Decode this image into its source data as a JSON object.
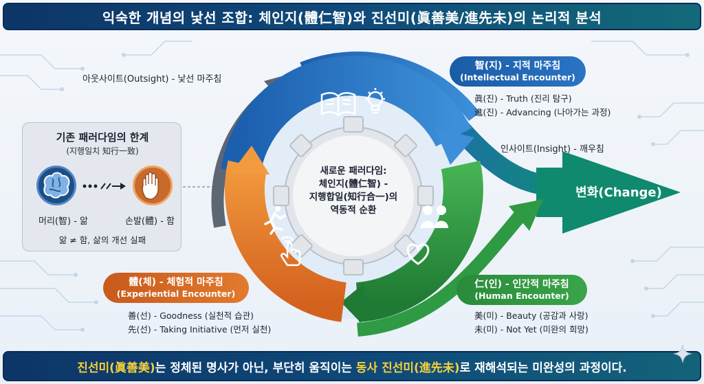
{
  "title": "익숙한 개념의 낯선 조합: 체인지(體仁智)와 진선미(眞善美/進先未)의 논리적 분석",
  "footer": {
    "part1": "진선미(眞善美)",
    "part2": "는 정체된 명사가 아닌, 부단히 움직이는 ",
    "part3": "동사 진선미(進先未)",
    "part4": "로 재해석되는 미완성의 과정이다."
  },
  "limits": {
    "title": "기존 패러다임의 한계",
    "subtitle": "(지행일치 知行一致)",
    "head_label": "머리(智) - 앎",
    "hand_label": "손발(體) - 함",
    "fail_label": "앎 ≠ 함, 삶의 개선 실패"
  },
  "outsight_label": "아웃사이트(Outsight) - 낯선 마주침",
  "insight_label": "인사이트(Insight) - 깨우침",
  "intellectual": {
    "title": "智(지) - 지적 마주침",
    "subtitle": "(Intellectual Encounter)",
    "line1": "眞(진) - Truth (진리 탐구)",
    "line2": "進(진) - Advancing (나아가는 과정)"
  },
  "experiential": {
    "title": "體(체) - 체험적 마주침",
    "subtitle": "(Experiential Encounter)",
    "line1": "善(선) - Goodness (실천적 습관)",
    "line2": "先(선) - Taking Initiative (먼저 실천)"
  },
  "human": {
    "title": "仁(인) - 인간적 마주침",
    "subtitle": "(Human Encounter)",
    "line1": "美(미) - Beauty (공감과 사랑)",
    "line2": "未(미) - Not Yet (미완의 희망)"
  },
  "center": {
    "line1": "새로운 패러다임:",
    "line2": "체인지(體仁智) -",
    "line3": "지행합일(知行合一)의",
    "line4": "역동적 순환"
  },
  "change": "변화(Change)",
  "colors": {
    "navy": "#0d3567",
    "blue": "#2a74c4",
    "orange": "#e27a2e",
    "green": "#3aa54a",
    "teal": "#12786e",
    "highlight": "#f7d13a"
  },
  "icons": [
    "book-icon",
    "lightbulb-icon",
    "runner-icon",
    "touch-hand-icon",
    "people-icon",
    "heart-icon",
    "brain-icon",
    "stop-hand-icon",
    "broken-link-icon",
    "sparkle-icon"
  ]
}
